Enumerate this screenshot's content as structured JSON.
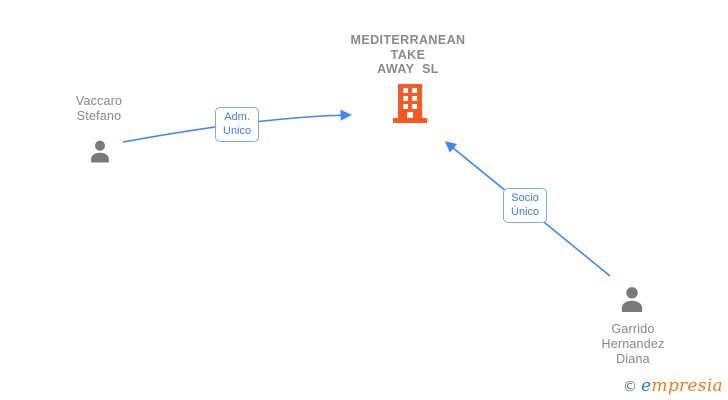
{
  "company": {
    "name": "MEDITERRANEAN TAKE AWAY SL",
    "name_lines": [
      "MEDITERRANEAN",
      "TAKE",
      "AWAY SL"
    ],
    "icon": "building-icon"
  },
  "people": [
    {
      "name": "Vaccaro Stefano",
      "name_lines": [
        "Vaccaro",
        "Stefano"
      ],
      "icon": "person-icon"
    },
    {
      "name": "Garrido Hernandez Diana",
      "name_lines": [
        "Garrido",
        "Hernandez",
        "Diana"
      ],
      "icon": "person-icon"
    }
  ],
  "relations": [
    {
      "from": "Vaccaro Stefano",
      "to": "MEDITERRANEAN TAKE AWAY SL",
      "role": "Adm. Unico",
      "role_lines": [
        "Adm.",
        "Unico"
      ]
    },
    {
      "from": "Garrido Hernandez Diana",
      "to": "MEDITERRANEAN TAKE AWAY SL",
      "role": "Socio Único",
      "role_lines": [
        "Socio",
        "Único"
      ]
    }
  ],
  "watermark": {
    "copyright_symbol": "©",
    "brand_initial": "e",
    "brand_rest": "mpresia"
  },
  "colors": {
    "edge_blue": "#4285f4",
    "role_border_blue": "#7fa9f0",
    "role_text_blue": "#3b7ef0",
    "building_orange": "#ff5722",
    "person_gray": "#7a7a7a",
    "label_gray": "#878787",
    "logo_copyright_teal": "#45818e",
    "logo_initial_blue": "#2e7cb8",
    "logo_rest_orange": "#ef7d1e"
  }
}
